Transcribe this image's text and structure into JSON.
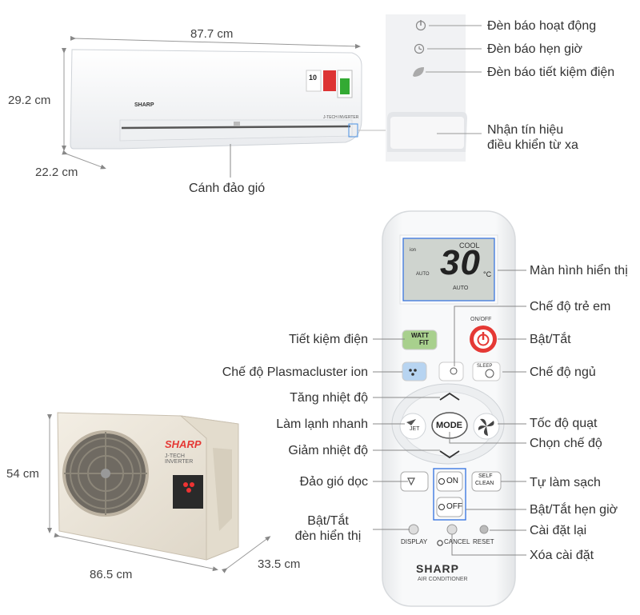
{
  "indoor": {
    "width": "87.7 cm",
    "height": "29.2 cm",
    "depth": "22.2 cm",
    "louver": "Cánh đảo gió",
    "brand": "SHARP",
    "tech": "J-TECH INVERTER",
    "energy_stars": "10"
  },
  "indicators": {
    "operation": "Đèn báo hoạt động",
    "timer": "Đèn báo hẹn giờ",
    "eco": "Đèn báo tiết kiệm điện",
    "receiver_line1": "Nhận tín hiệu",
    "receiver_line2": "điều khiển từ xa"
  },
  "outdoor": {
    "height": "54 cm",
    "width": "86.5 cm",
    "depth": "33.5 cm",
    "brand": "SHARP",
    "tech": "J-TECH INVERTER"
  },
  "remote": {
    "brand": "SHARP",
    "subtitle": "AIR CONDITIONER",
    "screen": {
      "mode": "COOL",
      "temp": "30",
      "unit": "°C",
      "ion": "ion",
      "auto_left": "AUTO",
      "auto_fan": "AUTO"
    },
    "buttons": {
      "onoff": "ON/OFF",
      "watt1": "WATT",
      "watt2": "FIT",
      "sleep": "SLEEP",
      "jet": "JET",
      "mode": "MODE",
      "on": "ON",
      "off": "OFF",
      "self1": "SELF",
      "self2": "CLEAN",
      "display": "DISPLAY",
      "cancel": "CANCEL",
      "reset": "RESET"
    },
    "labels": {
      "display_screen": "Màn hình hiển thị",
      "child_mode": "Chế độ trẻ em",
      "power": "Bật/Tắt",
      "sleep_mode": "Chế độ ngủ",
      "fan_speed": "Tốc độ quạt",
      "mode_select": "Chọn chế độ",
      "self_clean": "Tự làm sạch",
      "timer_onoff": "Bật/Tắt hẹn giờ",
      "reset": "Cài đặt lại",
      "cancel": "Xóa cài đặt",
      "energy_save": "Tiết kiệm điện",
      "plasmacluster": "Chế độ Plasmacluster ion",
      "temp_up": "Tăng nhiệt độ",
      "quick_cool": "Làm lạnh nhanh",
      "temp_down": "Giảm nhiệt độ",
      "vertical_swing": "Đảo gió dọc",
      "display_light_1": "Bật/Tắt",
      "display_light_2": "đèn hiển thị"
    }
  }
}
